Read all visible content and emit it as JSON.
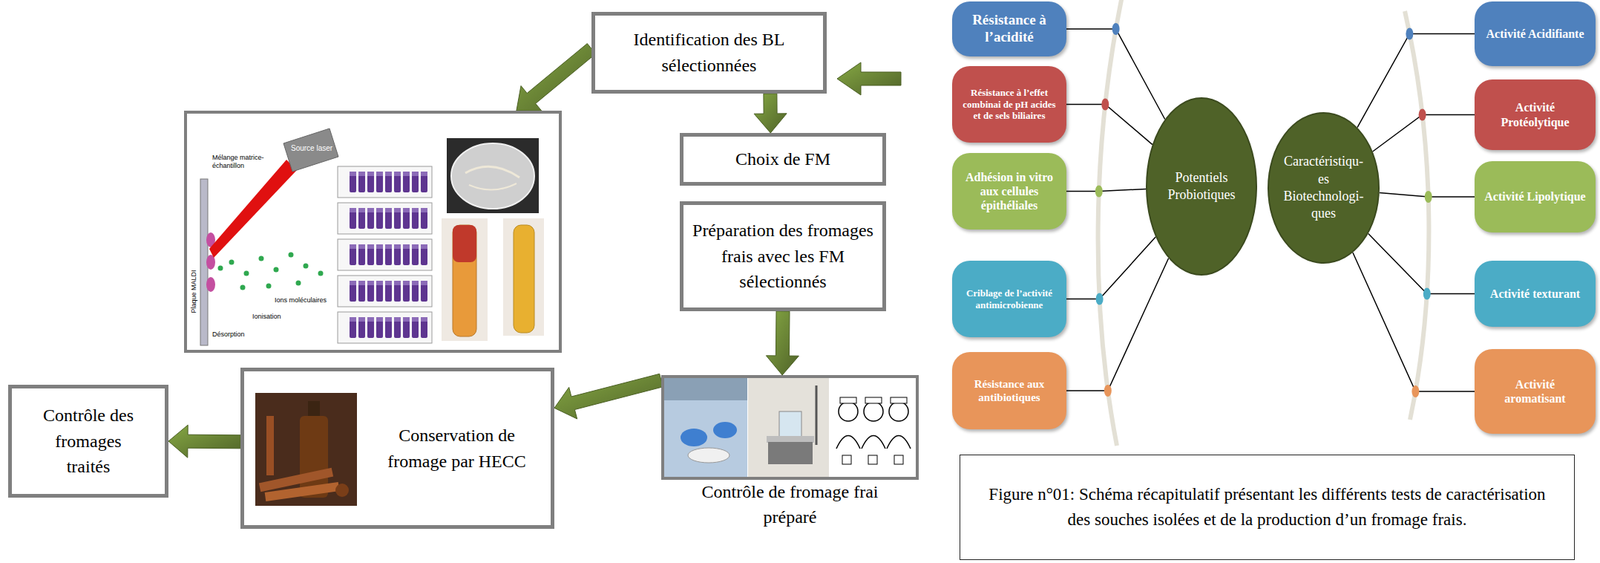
{
  "diagram": {
    "caption": "Figure n°01: Schéma récapitulatif présentant les différents tests de caractérisation des souches isolées et de la production d’un fromage frais.",
    "nodes": [
      {
        "text": [
          "Identification des BL sélectionnées"
        ]
      },
      {
        "text": [
          "Mélange matrice-échantillon",
          "Source laser",
          "Plaque MALDI",
          "Ions moléculaires",
          "Ionisation",
          "Désorption"
        ]
      },
      {
        "text": [
          "Choix de FM"
        ]
      },
      {
        "text": [
          "Préparation des fromages frais avec les FM sélectionnés"
        ]
      },
      {
        "text": [
          "Contrôle de fromage frai préparé"
        ]
      },
      {
        "text": [
          "Conservation de fromage par HECC"
        ]
      },
      {
        "text": [
          "Contrôle des fromages traités"
        ]
      },
      {
        "text": [
          "Résistance à l’acidité"
        ]
      },
      {
        "text": [
          "Résistance à l’effet combinai de pH acides et de sels biliaires"
        ]
      },
      {
        "text": [
          "Adhésion in vitro aux cellules épithéliales"
        ]
      },
      {
        "text": [
          "Criblage de l’activité antimicrobienne"
        ]
      },
      {
        "text": [
          "Résistance aux antibiotiques"
        ]
      },
      {
        "text": [
          "Potentiels Probiotiques"
        ]
      },
      {
        "text": [
          "Caractéristiqu- es Biotechnologi- ques"
        ]
      },
      {
        "text": [
          "Activité Acidifiante"
        ]
      },
      {
        "text": [
          "Activité Protéolytique"
        ]
      },
      {
        "text": [
          "Activité Lipolytique"
        ]
      },
      {
        "text": [
          "Activité texturant"
        ]
      },
      {
        "text": [
          "Activité aromatisant"
        ]
      }
    ],
    "edges": [
      {
        "from": 0,
        "to": 1,
        "arrow": "to"
      },
      {
        "from": 0,
        "to": 2,
        "arrow": "to"
      },
      {
        "from": 3,
        "to": 4,
        "arrow": "to"
      },
      {
        "from": 4,
        "to": 5,
        "arrow": "to"
      },
      {
        "from": 5,
        "to": 6,
        "arrow": "to"
      },
      {
        "from": 7,
        "to": 12,
        "arrow": "none"
      },
      {
        "from": 8,
        "to": 12,
        "arrow": "none"
      },
      {
        "from": 9,
        "to": 12,
        "arrow": "none"
      },
      {
        "from": 10,
        "to": 12,
        "arrow": "none"
      },
      {
        "from": 11,
        "to": 12,
        "arrow": "none"
      },
      {
        "from": 14,
        "to": 13,
        "arrow": "none"
      },
      {
        "from": 15,
        "to": 13,
        "arrow": "none"
      },
      {
        "from": 16,
        "to": 13,
        "arrow": "none"
      },
      {
        "from": 17,
        "to": 13,
        "arrow": "none"
      },
      {
        "from": 18,
        "to": 13,
        "arrow": "none"
      }
    ]
  }
}
